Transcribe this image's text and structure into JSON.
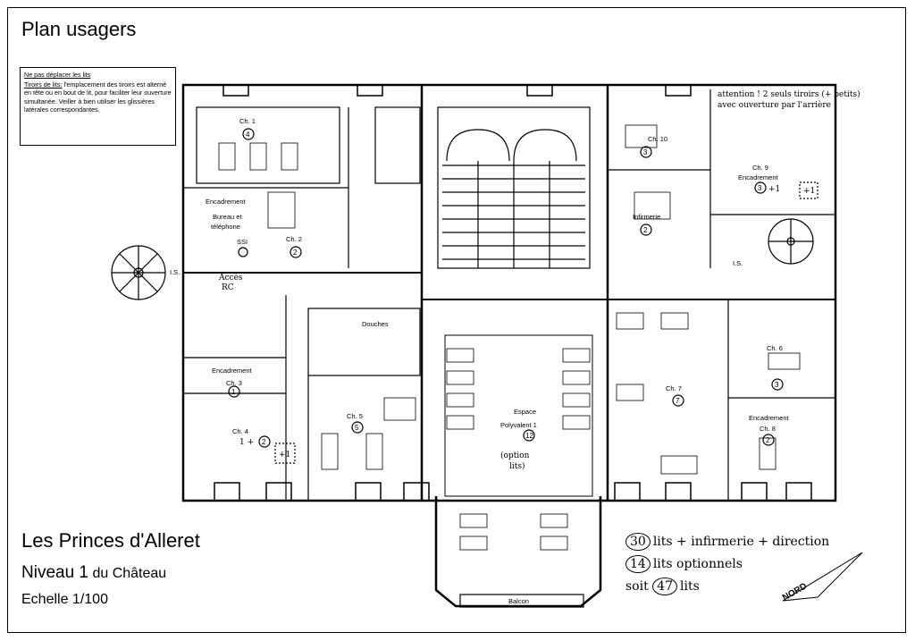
{
  "header": {
    "title": "Plan usagers"
  },
  "notes": {
    "line1": "Ne pas déplacer les lits",
    "line2_lead": "Tiroirs de lits:",
    "line2_body": " l'emplacement des tiroirs est alterné en tête ou en bout de lit, pour faciliter leur ouverture simultanée. Veiller à bien utiliser les glissières latérales correspondantes."
  },
  "rooms": {
    "ch1": "Ch. 1",
    "ch1_beds": "4",
    "encadrement_top": "Encadrement",
    "bureau": "Bureau et",
    "telephone": "téléphone",
    "ssi": "SSI",
    "ch2": "Ch. 2",
    "ch2_beds": "2",
    "acces": "Accès",
    "rc": "RC",
    "is_left": "I.S.",
    "encadrement_mid": "Encadrement",
    "ch3": "Ch. 3",
    "ch3_beds": "1",
    "ch4": "Ch. 4",
    "ch4_note": "1 +",
    "ch4_beds": "2",
    "ch4_extra": "+1",
    "douches": "Douches",
    "ch5": "Ch. 5",
    "ch5_beds": "5",
    "espace": "Espace",
    "polyvalent": "Polyvalent 1",
    "espace_beds": "12",
    "option": "(option",
    "option2": "lits)",
    "ch10": "Ch. 10",
    "ch10_beds": "3",
    "infirmerie": "Infirmerie",
    "infirmerie_beds": "2",
    "attention1": "attention ! 2 seuls tiroirs (+ petits)",
    "attention2": "avec ouverture par l'arrière",
    "ch9": "Ch. 9",
    "encadrement_ch9": "Encadrement",
    "ch9_beds": "3",
    "ch9_extra": "+1",
    "ch9_tag": "+1",
    "is_right": "I.S.",
    "ch6": "Ch. 6",
    "ch6_beds": "3",
    "ch7": "Ch. 7",
    "ch7_beds": "7",
    "encadrement_ch8": "Encadrement",
    "ch8": "Ch. 8",
    "ch8_beds": "2",
    "balcon": "Balcon"
  },
  "footer": {
    "name": "Les Princes d'Alleret",
    "level_main": "Niveau 1",
    "level_sub": " du Château",
    "scale": "Echelle 1/100"
  },
  "summary": {
    "beds_count": "30",
    "beds_text": "lits + infirmerie + direction",
    "optional_count": "14",
    "optional_text": "lits optionnels",
    "total_lead": "soit",
    "total_count": "47",
    "total_text": "lits"
  },
  "compass": {
    "label": "NORD"
  }
}
